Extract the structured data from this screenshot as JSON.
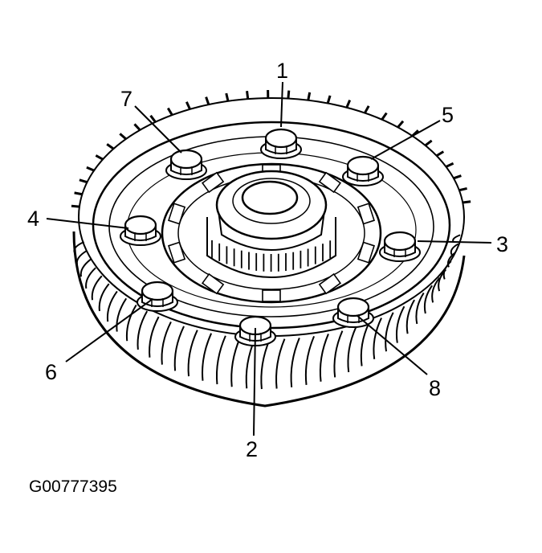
{
  "diagram": {
    "figure_id": "G00777395",
    "ink_color": "#000000",
    "background_color": "#ffffff",
    "callouts": [
      {
        "id": "1",
        "label": "1"
      },
      {
        "id": "2",
        "label": "2"
      },
      {
        "id": "3",
        "label": "3"
      },
      {
        "id": "4",
        "label": "4"
      },
      {
        "id": "5",
        "label": "5"
      },
      {
        "id": "6",
        "label": "6"
      },
      {
        "id": "7",
        "label": "7"
      },
      {
        "id": "8",
        "label": "8"
      }
    ]
  }
}
